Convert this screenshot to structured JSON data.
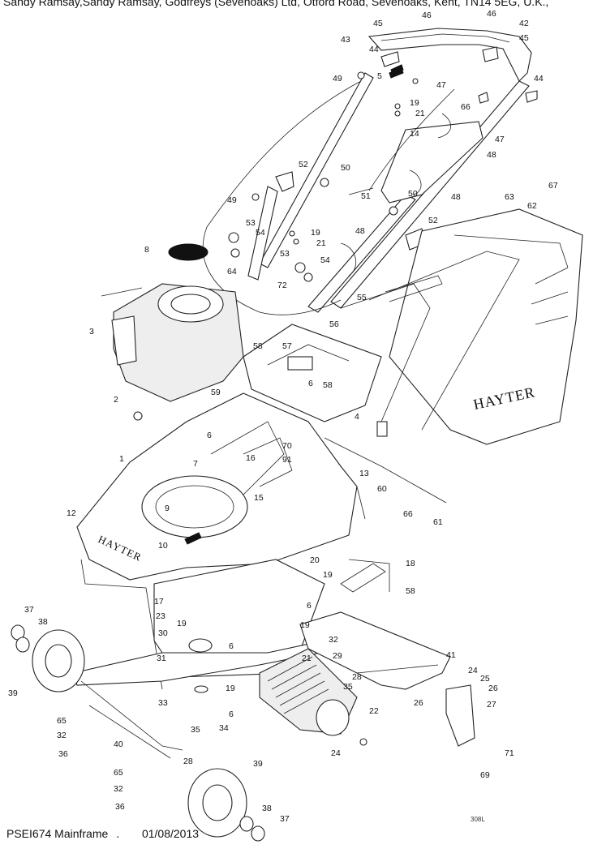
{
  "header": {
    "text": "Sandy Ramsay,Sandy Ramsay, Godfreys (Sevenoaks) Ltd, Otford Road, Sevenoaks, Kent, TN14 5EG, U.K.,"
  },
  "footer": {
    "model": "PSEI674 Mainframe",
    "separator": ".",
    "date": "01/08/2013"
  },
  "brand": {
    "grassbox_logo": "HAYTER",
    "deck_logo": "HAYTER"
  },
  "drawing_ref": "308L",
  "callouts": [
    {
      "id": "c45a",
      "text": "45"
    },
    {
      "id": "c46a",
      "text": "46"
    },
    {
      "id": "c46b",
      "text": "46"
    },
    {
      "id": "c42",
      "text": "42"
    },
    {
      "id": "c43",
      "text": "43"
    },
    {
      "id": "c45b",
      "text": "45"
    },
    {
      "id": "c44a",
      "text": "44"
    },
    {
      "id": "c49a",
      "text": "49"
    },
    {
      "id": "c5",
      "text": "5"
    },
    {
      "id": "c47a",
      "text": "47"
    },
    {
      "id": "c44b",
      "text": "44"
    },
    {
      "id": "c19a",
      "text": "19"
    },
    {
      "id": "c21a",
      "text": "21"
    },
    {
      "id": "c66a",
      "text": "66"
    },
    {
      "id": "c47b",
      "text": "47"
    },
    {
      "id": "c14",
      "text": "14"
    },
    {
      "id": "c48a",
      "text": "48"
    },
    {
      "id": "c52a",
      "text": "52"
    },
    {
      "id": "c50a",
      "text": "50"
    },
    {
      "id": "c67",
      "text": "67"
    },
    {
      "id": "c63",
      "text": "63"
    },
    {
      "id": "c62",
      "text": "62"
    },
    {
      "id": "c49b",
      "text": "49"
    },
    {
      "id": "c51",
      "text": "51"
    },
    {
      "id": "c50b",
      "text": "50"
    },
    {
      "id": "c48b",
      "text": "48"
    },
    {
      "id": "c53a",
      "text": "53"
    },
    {
      "id": "c54a",
      "text": "54"
    },
    {
      "id": "c19b",
      "text": "19"
    },
    {
      "id": "c52b",
      "text": "52"
    },
    {
      "id": "c21b",
      "text": "21"
    },
    {
      "id": "c48c",
      "text": "48"
    },
    {
      "id": "c8",
      "text": "8"
    },
    {
      "id": "c53b",
      "text": "53"
    },
    {
      "id": "c54b",
      "text": "54"
    },
    {
      "id": "c64",
      "text": "64"
    },
    {
      "id": "c72",
      "text": "72"
    },
    {
      "id": "c55",
      "text": "55"
    },
    {
      "id": "c56",
      "text": "56"
    },
    {
      "id": "c3",
      "text": "3"
    },
    {
      "id": "c58a",
      "text": "58"
    },
    {
      "id": "c57",
      "text": "57"
    },
    {
      "id": "c6a",
      "text": "6"
    },
    {
      "id": "c58b",
      "text": "58"
    },
    {
      "id": "c59",
      "text": "59"
    },
    {
      "id": "c2",
      "text": "2"
    },
    {
      "id": "c4",
      "text": "4"
    },
    {
      "id": "c6b",
      "text": "6"
    },
    {
      "id": "c70",
      "text": "70"
    },
    {
      "id": "c1",
      "text": "1"
    },
    {
      "id": "c7",
      "text": "7"
    },
    {
      "id": "c16",
      "text": "16"
    },
    {
      "id": "c91",
      "text": "91"
    },
    {
      "id": "c13",
      "text": "13"
    },
    {
      "id": "c15",
      "text": "15"
    },
    {
      "id": "c9",
      "text": "9"
    },
    {
      "id": "c60",
      "text": "60"
    },
    {
      "id": "c66b",
      "text": "66"
    },
    {
      "id": "c61",
      "text": "61"
    },
    {
      "id": "c12",
      "text": "12"
    },
    {
      "id": "c10",
      "text": "10"
    },
    {
      "id": "c18",
      "text": "18"
    },
    {
      "id": "c20",
      "text": "20"
    },
    {
      "id": "c19c",
      "text": "19"
    },
    {
      "id": "c58c",
      "text": "58"
    },
    {
      "id": "c17",
      "text": "17"
    },
    {
      "id": "c6c",
      "text": "6"
    },
    {
      "id": "c37a",
      "text": "37"
    },
    {
      "id": "c38a",
      "text": "38"
    },
    {
      "id": "c23",
      "text": "23"
    },
    {
      "id": "c19d",
      "text": "19"
    },
    {
      "id": "c19e",
      "text": "19"
    },
    {
      "id": "c30",
      "text": "30"
    },
    {
      "id": "c6d",
      "text": "6"
    },
    {
      "id": "c32a",
      "text": "32"
    },
    {
      "id": "c41",
      "text": "41"
    },
    {
      "id": "c31",
      "text": "31"
    },
    {
      "id": "c21c",
      "text": "21"
    },
    {
      "id": "c29",
      "text": "29"
    },
    {
      "id": "c24a",
      "text": "24"
    },
    {
      "id": "c28a",
      "text": "28"
    },
    {
      "id": "c25",
      "text": "25"
    },
    {
      "id": "c26a",
      "text": "26"
    },
    {
      "id": "c39a",
      "text": "39"
    },
    {
      "id": "c19f",
      "text": "19"
    },
    {
      "id": "c35a",
      "text": "35"
    },
    {
      "id": "c26b",
      "text": "26"
    },
    {
      "id": "c27",
      "text": "27"
    },
    {
      "id": "c33",
      "text": "33"
    },
    {
      "id": "c6e",
      "text": "6"
    },
    {
      "id": "c22",
      "text": "22"
    },
    {
      "id": "c65a",
      "text": "65"
    },
    {
      "id": "c34",
      "text": "34"
    },
    {
      "id": "c32b",
      "text": "32"
    },
    {
      "id": "c35b",
      "text": "35"
    },
    {
      "id": "c36a",
      "text": "36"
    },
    {
      "id": "c40",
      "text": "40"
    },
    {
      "id": "c24b",
      "text": "24"
    },
    {
      "id": "c71",
      "text": "71"
    },
    {
      "id": "c28b",
      "text": "28"
    },
    {
      "id": "c39b",
      "text": "39"
    },
    {
      "id": "c65b",
      "text": "65"
    },
    {
      "id": "c69",
      "text": "69"
    },
    {
      "id": "c32c",
      "text": "32"
    },
    {
      "id": "c36b",
      "text": "36"
    },
    {
      "id": "c38b",
      "text": "38"
    },
    {
      "id": "c37b",
      "text": "37"
    }
  ]
}
